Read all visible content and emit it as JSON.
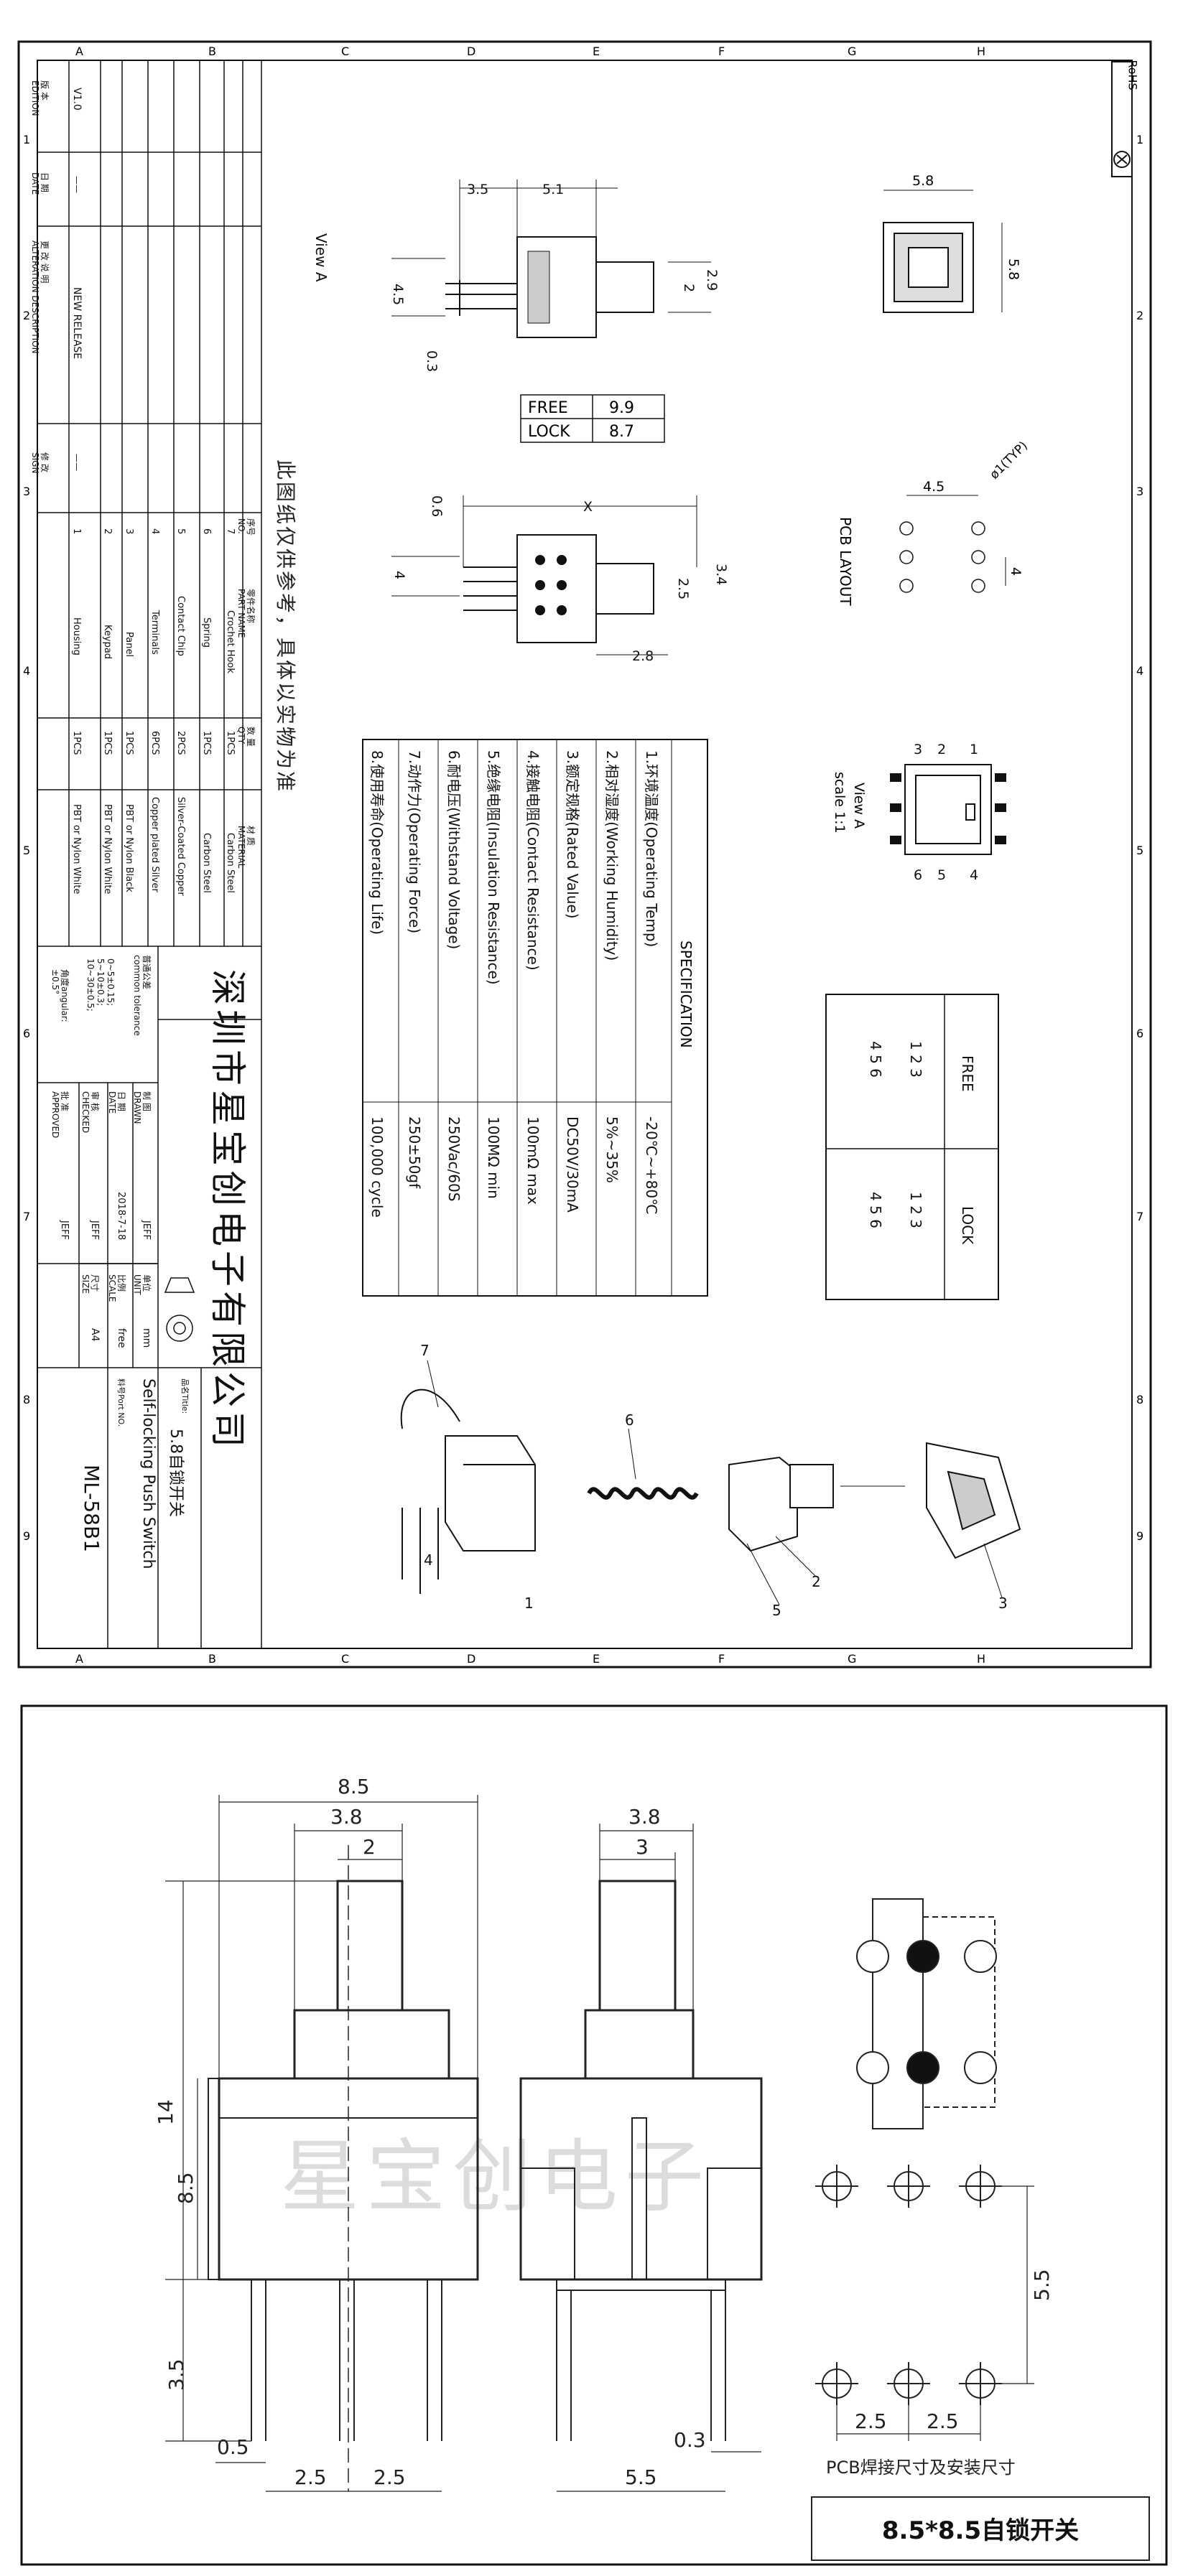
{
  "drawing": {
    "grid_numbers": [
      "1",
      "2",
      "3",
      "4",
      "5",
      "6",
      "7",
      "8",
      "9"
    ],
    "grid_letters": [
      "A",
      "B",
      "C",
      "D",
      "E",
      "F",
      "G",
      "H"
    ],
    "rohs": "RoHS",
    "view_a": "View  A",
    "view_a_scale": [
      "View  A",
      "scale  1:1"
    ],
    "pcb_layout": "PCB  LAYOUT",
    "dim": {
      "d35": "3.5",
      "d51": "5.1",
      "d45": "4.5",
      "d03": "0.3",
      "d29": "2.9",
      "d2": "2",
      "d58a": "5.8",
      "d58b": "5.8",
      "d06": "0.6",
      "dX": "X",
      "d4": "4",
      "d25": "2.5",
      "d34": "3.4",
      "d28": "2.8",
      "p45": "4.5",
      "p4": "4",
      "phi": "ø1(TYP)"
    },
    "travel_table": [
      [
        "FREE",
        "9.9"
      ],
      [
        "LOCK",
        "8.7"
      ]
    ],
    "note_cn": "此图纸仅供参考，具体以实物为准",
    "spec": {
      "title": "SPECIFICATION",
      "rows": [
        [
          "1.环境温度(Operating Temp)",
          "-20℃~+80℃"
        ],
        [
          "2.相对湿度(Working Humidity)",
          "5%~35%"
        ],
        [
          "3.额定规格(Rated Value)",
          "DC50V/30mA"
        ],
        [
          "4.接触电阻(Contact Resistance)",
          "100mΩ max"
        ],
        [
          "5.绝缘电阻(Insulation Resistance)",
          "100MΩ min"
        ],
        [
          "6.耐电压(Withstand Voltage)",
          "250Vac/60S"
        ],
        [
          "7.动作力(Operating Force)",
          "250±50gf"
        ],
        [
          "8.使用寿命(Operating Life)",
          "100,000 cycle"
        ]
      ]
    },
    "state_headers": [
      "FREE",
      "LOCK"
    ],
    "state_pins": [
      "1 2 3",
      "4 5 6"
    ],
    "pin_labels": [
      "1",
      "2",
      "3",
      "4",
      "5",
      "6"
    ],
    "callouts": [
      "7",
      "6",
      "4",
      "1",
      "5",
      "2",
      "3"
    ]
  },
  "title_block": {
    "edition_label": "版 本\nEDITION",
    "date_label": "日 期\nDATE",
    "desc_label": "更 改 说 明\nALTERATION DESCRIPTION",
    "sign_label": "修 改\nSIGN",
    "edition": "V1.0",
    "date_val": "——",
    "desc": "NEW RELEASE",
    "sign_val": "——",
    "bom_headers": [
      "序号\nNO.",
      "零件名称\nPART NAME",
      "数 量\nQTY",
      "材 质\nMATERIAL"
    ],
    "bom": [
      [
        "7",
        "Crochet Hook",
        "1PCS",
        "Carbon Steel"
      ],
      [
        "6",
        "Spring",
        "1PCS",
        "Carbon Steel"
      ],
      [
        "5",
        "Contact Chip",
        "2PCS",
        "Silver-Coated Copper"
      ],
      [
        "4",
        "Terminals",
        "6PCS",
        "Copper plated Silver"
      ],
      [
        "3",
        "Panel",
        "1PCS",
        "PBT or Nylon Black"
      ],
      [
        "2",
        "Keypad",
        "1PCS",
        "PBT or Nylon White"
      ],
      [
        "1",
        "Housing",
        "1PCS",
        "PBT or Nylon White"
      ]
    ],
    "tolerance_title": "普通公差\ncommon tolerance",
    "tolerance_vals": [
      "0~5±0.15;",
      "5~10±0.3;",
      "10~30±0.5;"
    ],
    "angular": "角度angular:\n±0.5°",
    "roles": [
      [
        "制 图\nDRAWN",
        "JEFF"
      ],
      [
        "日 期\nDATE",
        "2018-7-18"
      ],
      [
        "审 核\nCHECKED",
        "JEFF"
      ],
      [
        "批 准\nAPPROVED",
        "JEFF"
      ]
    ],
    "unit_label": "单位\nUNIT",
    "unit": "mm",
    "scale_label": "比例\nSCALE",
    "scale": "free",
    "size_label": "尺寸\nSIZE",
    "size": "A4",
    "company": "深圳市星宝创电子有限公司",
    "product_title_label": "品名Title:",
    "product_title": "5.8自锁开关",
    "product_title_en": "Self-locking Push Switch",
    "part_no_label": "料号Port NO.",
    "part_no": "ML-58B1"
  },
  "lower": {
    "watermark": "星宝创电子",
    "front": {
      "w85": "8.5",
      "w38": "3.8",
      "w2": "2",
      "h14": "14",
      "h85": "8.5",
      "h35": "3.5",
      "d05": "0.5",
      "p25a": "2.5",
      "p25b": "2.5"
    },
    "side": {
      "w38": "3.8",
      "w3": "3",
      "d03": "0.3",
      "w55": "5.5"
    },
    "pcb": {
      "v55": "5.5",
      "h25a": "2.5",
      "h25b": "2.5",
      "caption": "PCB焊接尺寸及安装尺寸"
    },
    "product_name": "8.5*8.5自锁开关"
  }
}
